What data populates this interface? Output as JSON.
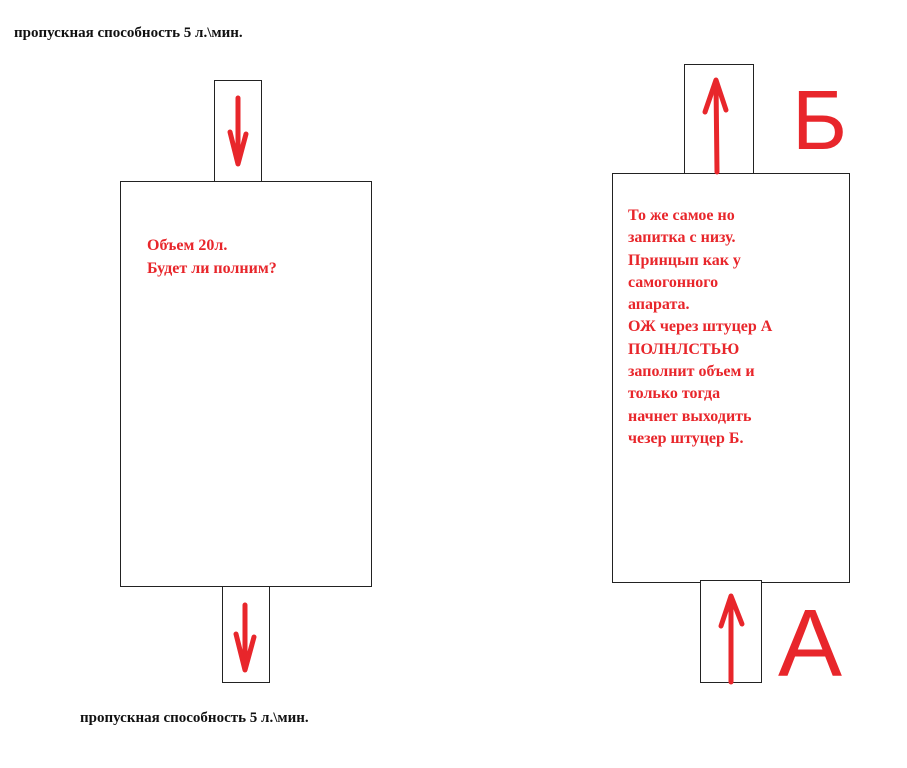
{
  "colors": {
    "ink": "#111111",
    "accent": "#e8262b"
  },
  "left_diagram": {
    "top_caption": "пропускная способность 5 л.\\мин.",
    "bottom_caption": "пропускная способность 5 л.\\мин.",
    "note_lines": [
      "Объем 20л.",
      "Будет ли полним?"
    ]
  },
  "right_diagram": {
    "note_lines": [
      "То же самое но",
      "запитка с низу.",
      "Принцып как у",
      "самогонного",
      "апарата.",
      "ОЖ через штуцер А",
      "ПОЛНЛСТЬЮ",
      "заполнит объем и",
      "только тогда",
      "начнет выходить",
      "чезер штуцер Б."
    ],
    "label_outlet": "Б",
    "label_inlet": "А"
  }
}
